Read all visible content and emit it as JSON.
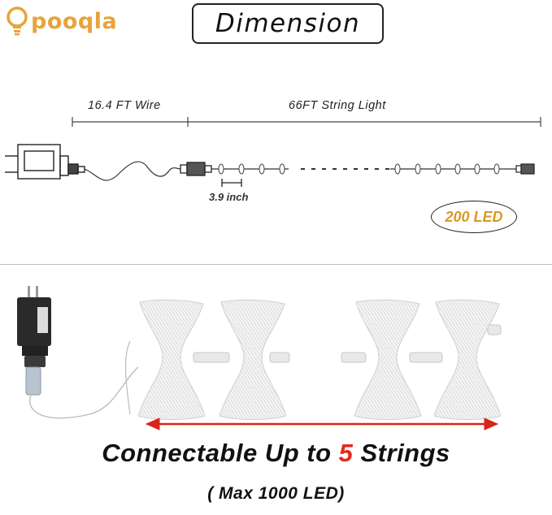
{
  "brand": {
    "name": "pooqla",
    "color": "#e8a33a"
  },
  "title": "Dimension",
  "dimensions": {
    "wire_label": "16.4 FT Wire",
    "string_label": "66FT String Light",
    "spacing_label": "3.9 inch",
    "led_count_label": "200 LED",
    "led_count_color": "#d79a2a"
  },
  "connect": {
    "prefix": "Connectable Up to ",
    "number": "5",
    "suffix": " Strings",
    "number_color": "#e8261d",
    "max_label": "( Max 1000 LED)"
  },
  "icons": [
    "bulb-logo-icon",
    "power-adapter-icon",
    "connector-icon",
    "led-bulb-icon",
    "double-arrow-icon",
    "coiled-string-light-icon"
  ]
}
